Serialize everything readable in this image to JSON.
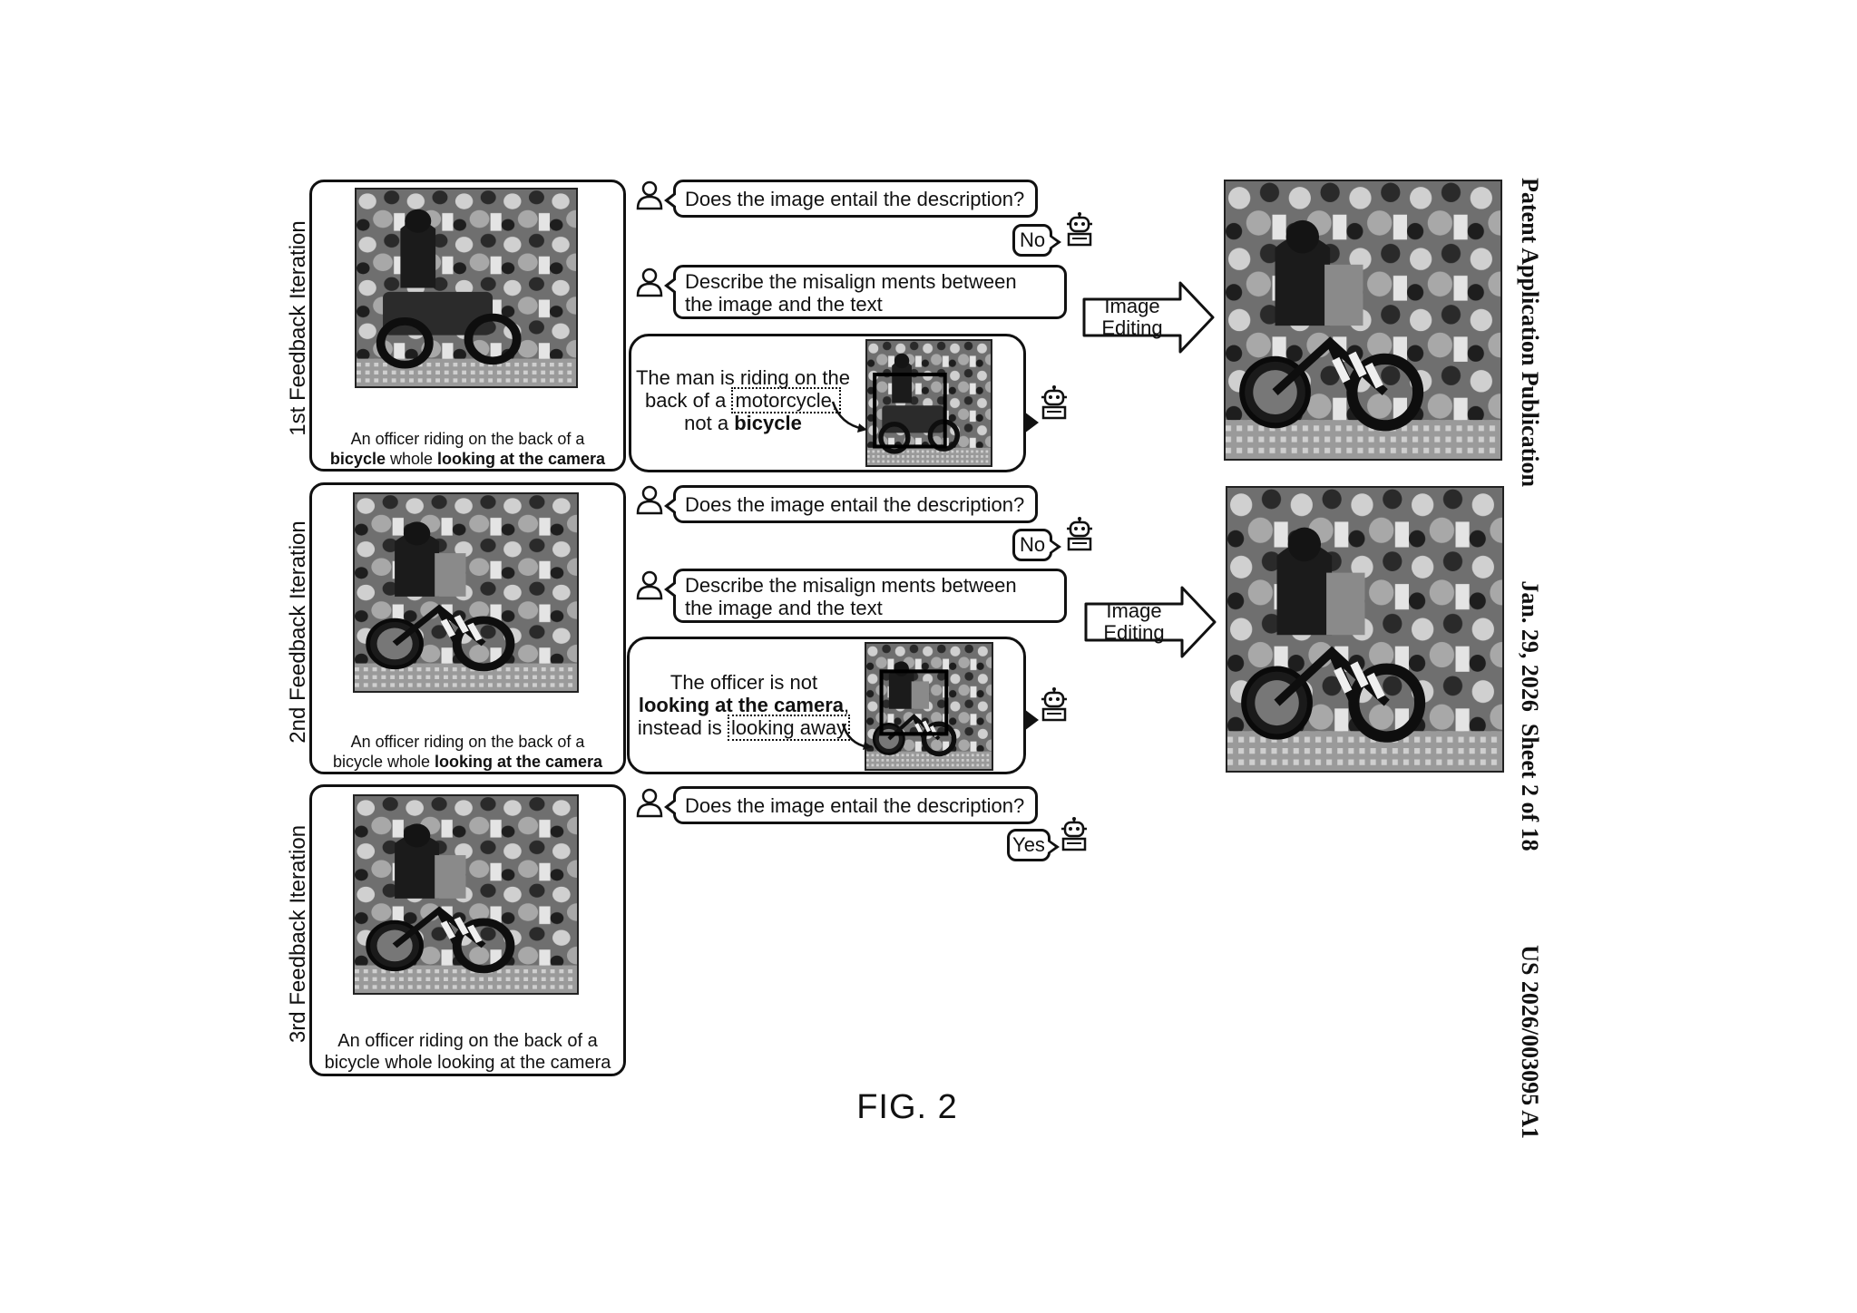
{
  "header": {
    "publication_label": "Patent Application Publication",
    "date_sheet": "Jan. 29, 2026  Sheet 2 of 18",
    "pub_number": "US 2026/003095 A1"
  },
  "figure_label": "FIG. 2",
  "iterations": [
    {
      "label": "1st Feedback Iteration",
      "caption": {
        "pre": "An officer riding on the back of a",
        "b1": "bicycle",
        "mid": " whole ",
        "b2": "looking at the camera"
      },
      "question_1": "Does the image entail the description?",
      "answer_1": "No",
      "question_2_line1": "Describe the misalign ments between",
      "question_2_line2": "the image and the text",
      "response": {
        "line1": "The man is riding on the",
        "line2_pre": "back of a",
        "highlight": "motorcycle,",
        "line3_pre": "not a",
        "bold": "bicycle"
      },
      "edit_label_line1": "Image",
      "edit_label_line2": "Editing"
    },
    {
      "label": "2nd Feedback Iteration",
      "caption": {
        "line1": "An officer riding on the back of a",
        "pre": "bicycle whole ",
        "b2": "looking at the camera"
      },
      "question_1": "Does the image entail the description?",
      "answer_1": "No",
      "question_2_line1": "Describe the misalign ments between",
      "question_2_line2": "the image and the text",
      "response": {
        "line1": "The officer is not",
        "bold": "looking at the camera",
        "bold_after": ",",
        "line3_pre": "instead is",
        "highlight": "looking away"
      },
      "edit_label_line1": "Image",
      "edit_label_line2": "Editing"
    },
    {
      "label": "3rd Feedback Iteration",
      "caption": {
        "line1": "An officer riding on the back of a",
        "line2": "bicycle whole looking at the camera"
      },
      "question_1": "Does the image entail the description?",
      "answer_1": "Yes"
    }
  ],
  "colors": {
    "ink": "#111111",
    "paper": "#ffffff",
    "photo_dark": "#3a3a3a",
    "photo_light": "#bdbdbd"
  },
  "icons": [
    "user-icon",
    "robot-icon",
    "arrow-right-icon"
  ]
}
